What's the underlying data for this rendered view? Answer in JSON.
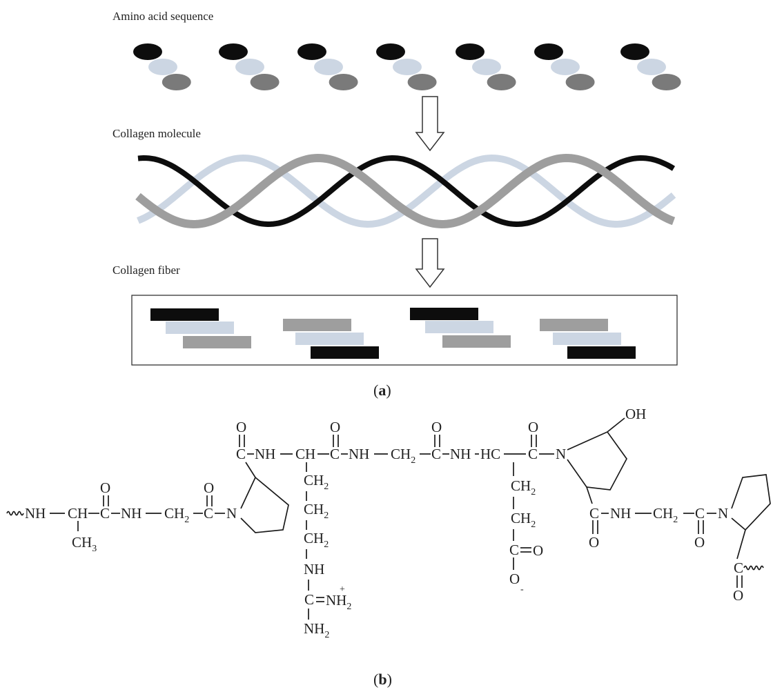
{
  "panel_a": {
    "label_sequence": "Amino acid sequence",
    "label_molecule": "Collagen molecule",
    "label_fiber": "Collagen fiber",
    "caption_open": "(",
    "caption_letter": "a",
    "caption_close": ")"
  },
  "panel_b": {
    "caption_open": "(",
    "caption_letter": "b",
    "caption_close": ")",
    "atom_O": "O",
    "atom_N": "N",
    "atom_C": "C",
    "group_NH": "NH",
    "group_CH": "CH",
    "group_HC": "HC",
    "group_CH2": "CH",
    "group_CH3": "CH",
    "group_OH": "OH",
    "group_NH2": "NH",
    "sub_2": "2",
    "sub_3": "3",
    "charge_plus": "+",
    "charge_minus": "-"
  },
  "colors": {
    "black_strand": "#0d0d0d",
    "light_strand": "#ccd6e3",
    "gray_strand": "#9e9e9e",
    "dark_gray_dot": "#7a7a7a"
  }
}
